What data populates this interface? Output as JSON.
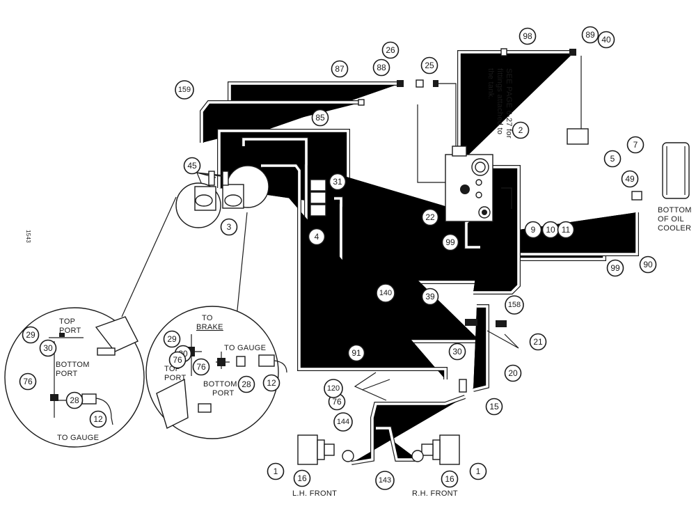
{
  "figure_code": "1543",
  "callouts": [
    "1",
    "1",
    "2",
    "3",
    "4",
    "5",
    "7",
    "9",
    "10",
    "11",
    "12",
    "12",
    "15",
    "16",
    "16",
    "20",
    "21",
    "22",
    "25",
    "26",
    "28",
    "28",
    "29",
    "29",
    "30",
    "30",
    "30",
    "31",
    "39",
    "40",
    "45",
    "49",
    "76",
    "76",
    "76",
    "76",
    "85",
    "87",
    "88",
    "89",
    "90",
    "91",
    "98",
    "99",
    "99",
    "120",
    "140",
    "143",
    "144",
    "158",
    "159"
  ],
  "labels": {
    "see_page_line1": "SEE PAGE 6-27 for",
    "see_page_line2": "fittings attached to",
    "see_page_line3": "the tank.",
    "bottom_oil_1": "BOTTOM",
    "bottom_oil_2": "OF OIL",
    "bottom_oil_3": "COOLER",
    "top_port_1": "TOP",
    "top_port_2": "PORT",
    "bottom_port_1": "BOTTOM",
    "bottom_port_2": "PORT",
    "to_gauge_left": "TO GAUGE",
    "to_brake_1": "TO",
    "to_brake_2": "BRAKE",
    "to_gauge_right": "TO GAUGE",
    "top_port_r1": "TOP",
    "top_port_r2": "PORT",
    "bottom_port_r1": "BOTTOM",
    "bottom_port_r2": "PORT",
    "lh_front": "L.H. FRONT",
    "rh_front": "R.H. FRONT"
  }
}
